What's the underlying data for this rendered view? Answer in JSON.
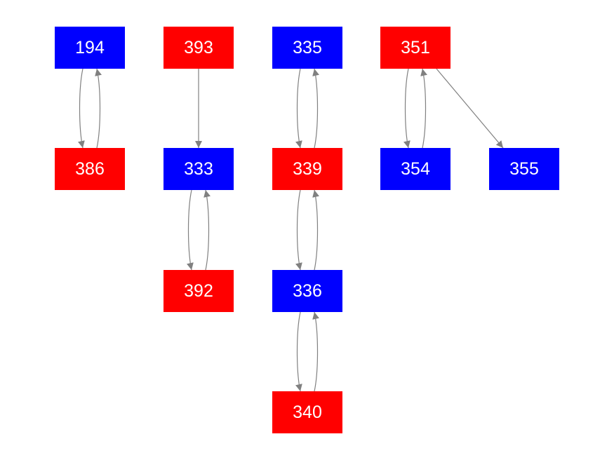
{
  "nodes": [
    {
      "id": "194",
      "label": "194",
      "color": "#0000ff"
    },
    {
      "id": "393",
      "label": "393",
      "color": "#ff0000"
    },
    {
      "id": "335",
      "label": "335",
      "color": "#0000ff"
    },
    {
      "id": "351",
      "label": "351",
      "color": "#ff0000"
    },
    {
      "id": "386",
      "label": "386",
      "color": "#ff0000"
    },
    {
      "id": "333",
      "label": "333",
      "color": "#0000ff"
    },
    {
      "id": "339",
      "label": "339",
      "color": "#ff0000"
    },
    {
      "id": "354",
      "label": "354",
      "color": "#0000ff"
    },
    {
      "id": "355",
      "label": "355",
      "color": "#0000ff"
    },
    {
      "id": "392",
      "label": "392",
      "color": "#ff0000"
    },
    {
      "id": "336",
      "label": "336",
      "color": "#0000ff"
    },
    {
      "id": "340",
      "label": "340",
      "color": "#ff0000"
    }
  ],
  "edges": [
    {
      "from": "194",
      "to": "386"
    },
    {
      "from": "386",
      "to": "194"
    },
    {
      "from": "393",
      "to": "333"
    },
    {
      "from": "333",
      "to": "392"
    },
    {
      "from": "392",
      "to": "333"
    },
    {
      "from": "335",
      "to": "339"
    },
    {
      "from": "339",
      "to": "335"
    },
    {
      "from": "339",
      "to": "336"
    },
    {
      "from": "336",
      "to": "339"
    },
    {
      "from": "336",
      "to": "340"
    },
    {
      "from": "340",
      "to": "336"
    },
    {
      "from": "351",
      "to": "354"
    },
    {
      "from": "354",
      "to": "351"
    },
    {
      "from": "351",
      "to": "355"
    }
  ],
  "edge_color": "#808080"
}
